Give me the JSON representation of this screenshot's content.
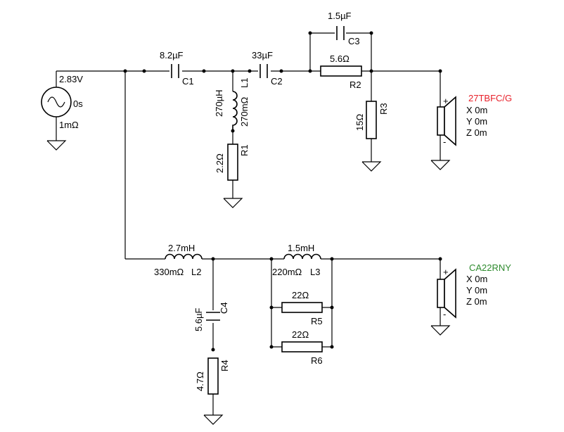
{
  "source": {
    "voltage": "2.83V",
    "delay": "0s",
    "resistance": "1mΩ"
  },
  "components": {
    "C1": {
      "ref": "C1",
      "value": "8.2µF"
    },
    "L1": {
      "ref": "L1",
      "value": "270µH",
      "dcr": "270mΩ"
    },
    "R1": {
      "ref": "R1",
      "value": "2.2Ω"
    },
    "C2": {
      "ref": "C2",
      "value": "33µF"
    },
    "C3": {
      "ref": "C3",
      "value": "1.5µF"
    },
    "R2": {
      "ref": "R2",
      "value": "5.6Ω"
    },
    "R3": {
      "ref": "R3",
      "value": "15Ω"
    },
    "L2": {
      "ref": "L2",
      "value": "2.7mH",
      "dcr": "330mΩ"
    },
    "C4": {
      "ref": "C4",
      "value": "5.6µF"
    },
    "R4": {
      "ref": "R4",
      "value": "4.7Ω"
    },
    "L3": {
      "ref": "L3",
      "value": "1.5mH",
      "dcr": "220mΩ"
    },
    "R5": {
      "ref": "R5",
      "value": "22Ω"
    },
    "R6": {
      "ref": "R6",
      "value": "22Ω"
    }
  },
  "speakers": {
    "tweeter": {
      "name": "27TBFC/G",
      "x": "X 0m",
      "y": "Y 0m",
      "z": "Z 0m",
      "plus": "+",
      "minus": "-",
      "color": "#e8202a"
    },
    "woofer": {
      "name": "CA22RNY",
      "x": "X 0m",
      "y": "Y 0m",
      "z": "Z 0m",
      "plus": "+",
      "minus": "-",
      "color": "#2e8b2e"
    }
  }
}
